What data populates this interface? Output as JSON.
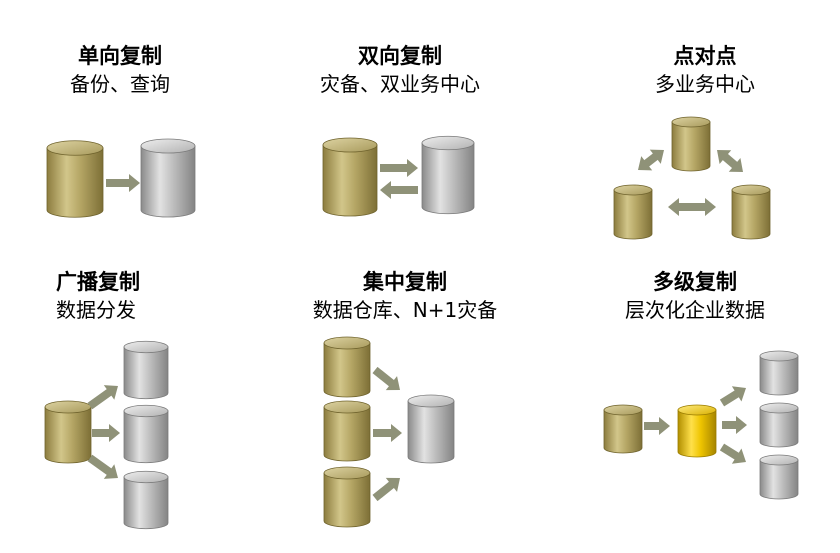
{
  "panels": {
    "one_way": {
      "title": "单向复制",
      "subtitle": "备份、查询"
    },
    "two_way": {
      "title": "双向复制",
      "subtitle": "灾备、双业务中心"
    },
    "p2p": {
      "title": "点对点",
      "subtitle": "多业务中心"
    },
    "broadcast": {
      "title": "广播复制",
      "subtitle": "数据分发"
    },
    "central": {
      "title": "集中复制",
      "subtitle": "数据仓库、N+1灾备"
    },
    "multilevel": {
      "title": "多级复制",
      "subtitle": "层次化企业数据"
    }
  },
  "colors": {
    "source_db": "#b8aa6a",
    "target_db": "#b8b8b8",
    "relay_db": "#e8c000",
    "arrow": "#8f9278"
  }
}
